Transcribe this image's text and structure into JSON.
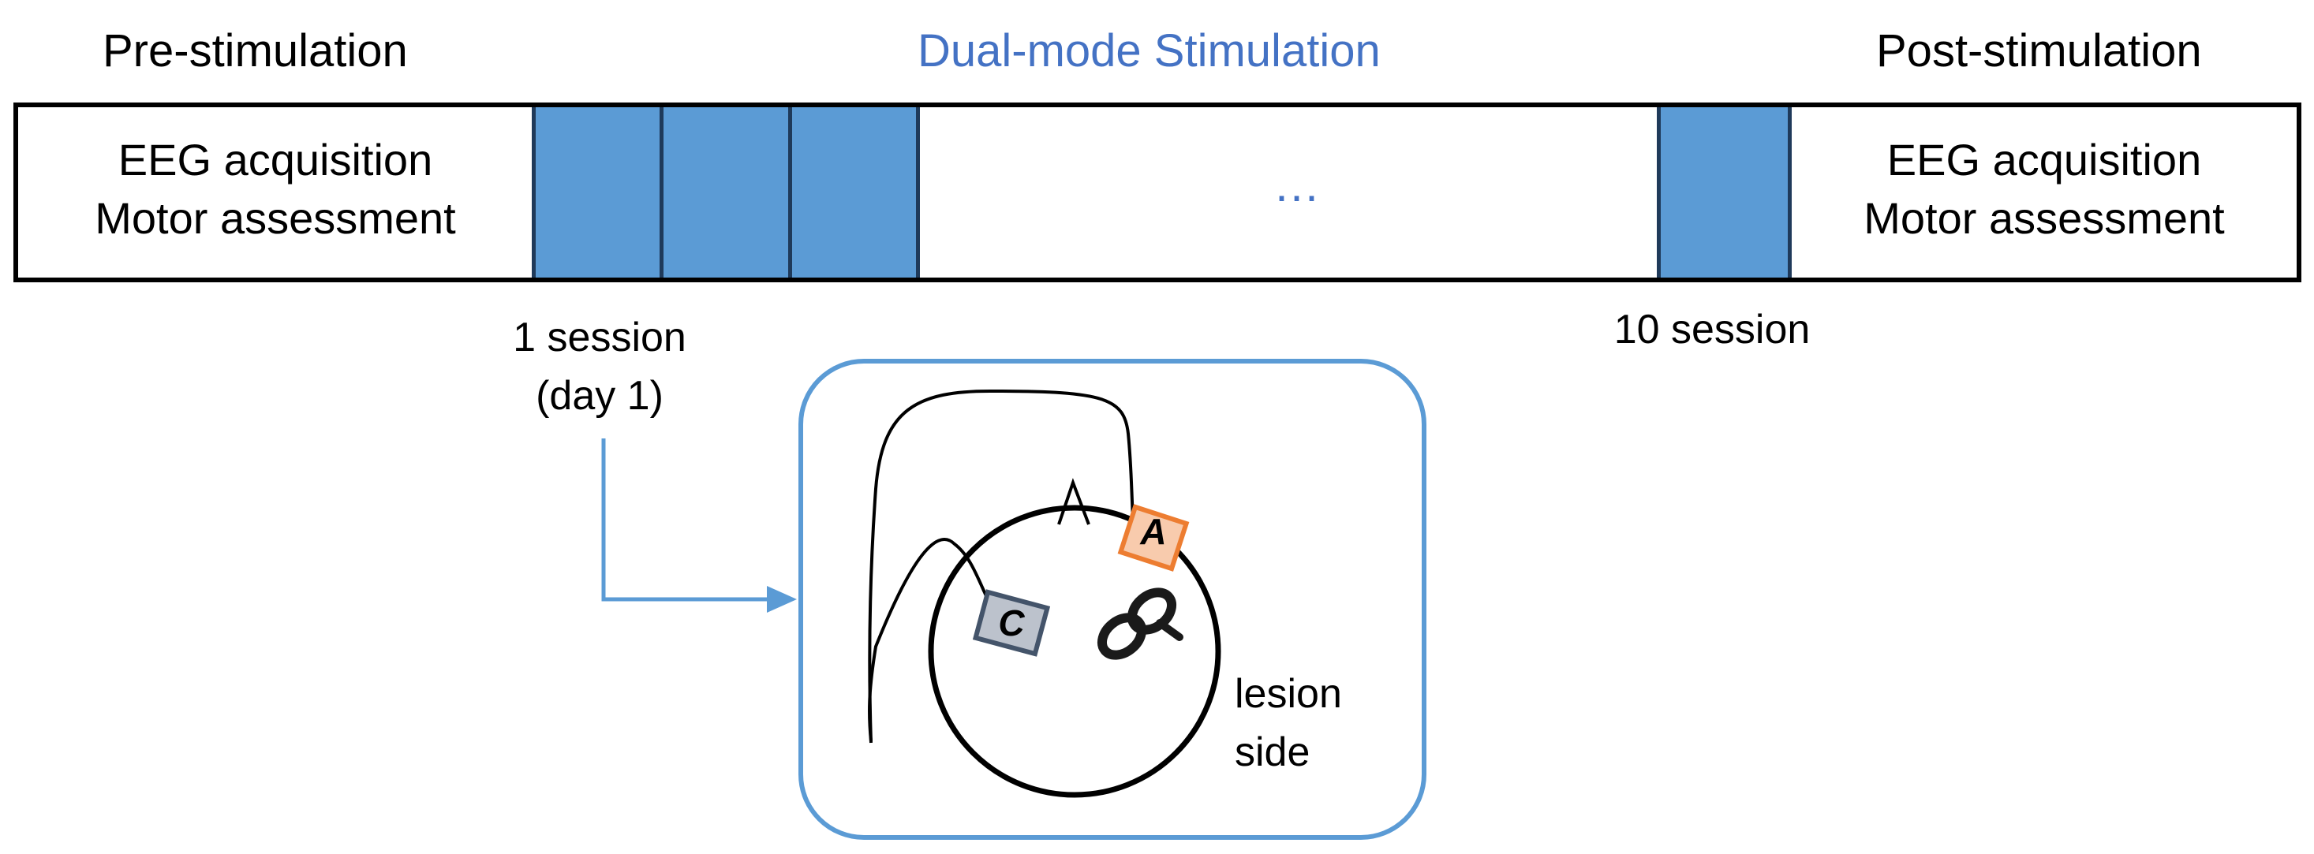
{
  "phases": {
    "pre": "Pre-stimulation",
    "stim": "Dual-mode Stimulation",
    "post": "Post-stimulation"
  },
  "pre_cell": {
    "line1": "EEG acquisition",
    "line2": "Motor assessment"
  },
  "post_cell": {
    "line1": "EEG acquisition",
    "line2": "Motor assessment"
  },
  "ellipsis": "…",
  "session_first": {
    "line1": "1 session",
    "line2": "(day 1)"
  },
  "session_last": "10 session",
  "montage": {
    "anode": "A",
    "cathode": "C",
    "lesion_line1": "lesion",
    "lesion_line2": "side"
  },
  "colors": {
    "stim_title": "#4472c4",
    "session_fill": "#5b9bd5",
    "inset_border": "#5b9bd5",
    "anode": "#ed7d31",
    "anode_fill": "#f8cbad",
    "cathode": "#44546a",
    "cathode_fill": "#bcc2cc"
  }
}
